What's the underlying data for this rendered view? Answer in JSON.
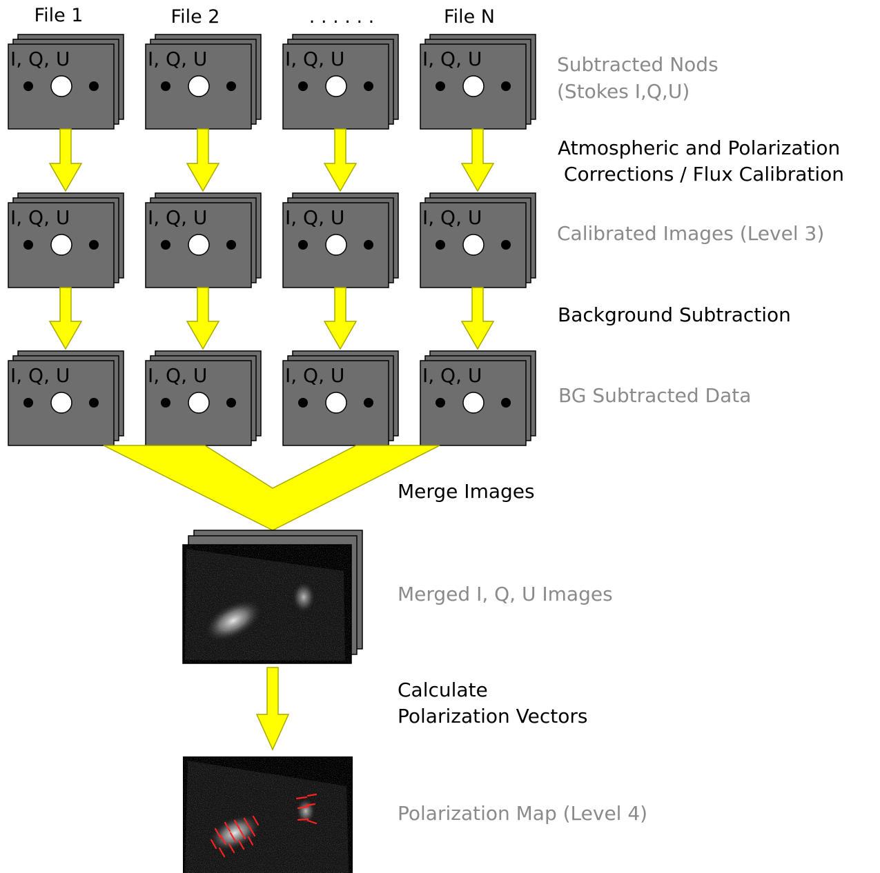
{
  "columns": [
    "File 1",
    "File 2",
    ". . . . . .",
    "File N"
  ],
  "frame_label": "I, Q, U",
  "stages": [
    {
      "label": "Subtracted Nods (Stokes I,Q,U)",
      "lines": [
        "Subtracted Nods",
        "(Stokes I,Q,U)"
      ]
    },
    {
      "label": "Calibrated Images (Level 3)",
      "lines": [
        "Calibrated Images (Level 3)"
      ]
    },
    {
      "label": "BG Subtracted Data",
      "lines": [
        "BG Subtracted Data"
      ]
    },
    {
      "label": "Merged I, Q, U Images",
      "lines": [
        "Merged I, Q, U Images"
      ]
    },
    {
      "label": "Polarization Map (Level 4)",
      "lines": [
        "Polarization Map (Level 4)"
      ]
    }
  ],
  "steps": [
    {
      "label": "Atmospheric and Polarization Corrections / Flux Calibration",
      "lines": [
        "Atmospheric and Polarization",
        " Corrections / Flux Calibration"
      ]
    },
    {
      "label": "Background Subtraction",
      "lines": [
        "Background Subtraction"
      ]
    },
    {
      "label": "Merge Images",
      "lines": [
        "Merge Images"
      ]
    },
    {
      "label": "Calculate Polarization Vectors",
      "lines": [
        "Calculate",
        "Polarization Vectors"
      ]
    }
  ],
  "colors": {
    "arrow": "#ffff00",
    "arrow_stroke": "#a8a800",
    "frame": "#6e6e6e",
    "stage_text": "#8a8a8a",
    "step_text": "#000000",
    "vector": "#ff2020"
  }
}
